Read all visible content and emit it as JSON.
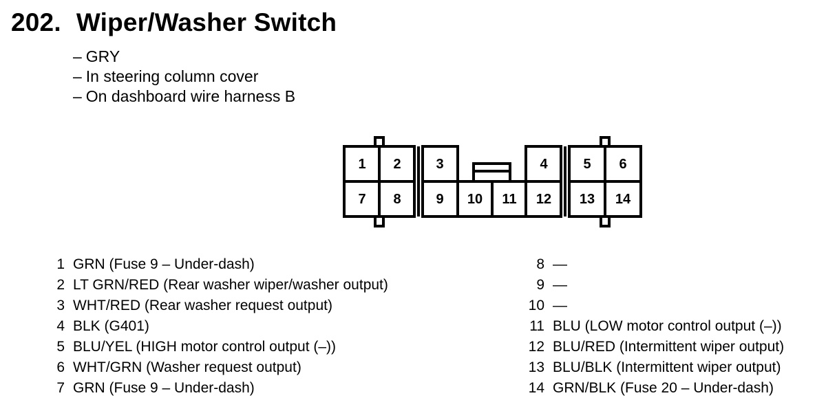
{
  "header": {
    "number": "202.",
    "title": "Wiper/Washer Switch"
  },
  "notes": [
    {
      "dash": "–",
      "text": "GRY"
    },
    {
      "dash": "–",
      "text": "In steering column cover"
    },
    {
      "dash": "–",
      "text": "On dashboard wire harness B"
    }
  ],
  "connector": {
    "top_row": [
      "1",
      "2",
      "3",
      "4",
      "5",
      "6"
    ],
    "bottom_row": [
      "7",
      "8",
      "9",
      "10",
      "11",
      "12",
      "13",
      "14"
    ]
  },
  "pins_left": [
    {
      "num": "1",
      "desc": "GRN (Fuse 9 – Under-dash)"
    },
    {
      "num": "2",
      "desc": "LT GRN/RED (Rear washer wiper/washer output)"
    },
    {
      "num": "3",
      "desc": "WHT/RED (Rear washer request output)"
    },
    {
      "num": "4",
      "desc": "BLK (G401)"
    },
    {
      "num": "5",
      "desc": "BLU/YEL (HIGH motor control output (–))"
    },
    {
      "num": "6",
      "desc": "WHT/GRN (Washer request output)"
    },
    {
      "num": "7",
      "desc": "GRN (Fuse 9 – Under-dash)"
    }
  ],
  "pins_right": [
    {
      "num": "8",
      "desc": "—"
    },
    {
      "num": "9",
      "desc": "—"
    },
    {
      "num": "10",
      "desc": "—"
    },
    {
      "num": "11",
      "desc": "BLU (LOW motor control output (–))"
    },
    {
      "num": "12",
      "desc": "BLU/RED (Intermittent wiper output)"
    },
    {
      "num": "13",
      "desc": "BLU/BLK (Intermittent wiper output)"
    },
    {
      "num": "14",
      "desc": "GRN/BLK (Fuse 20 – Under-dash)"
    }
  ]
}
